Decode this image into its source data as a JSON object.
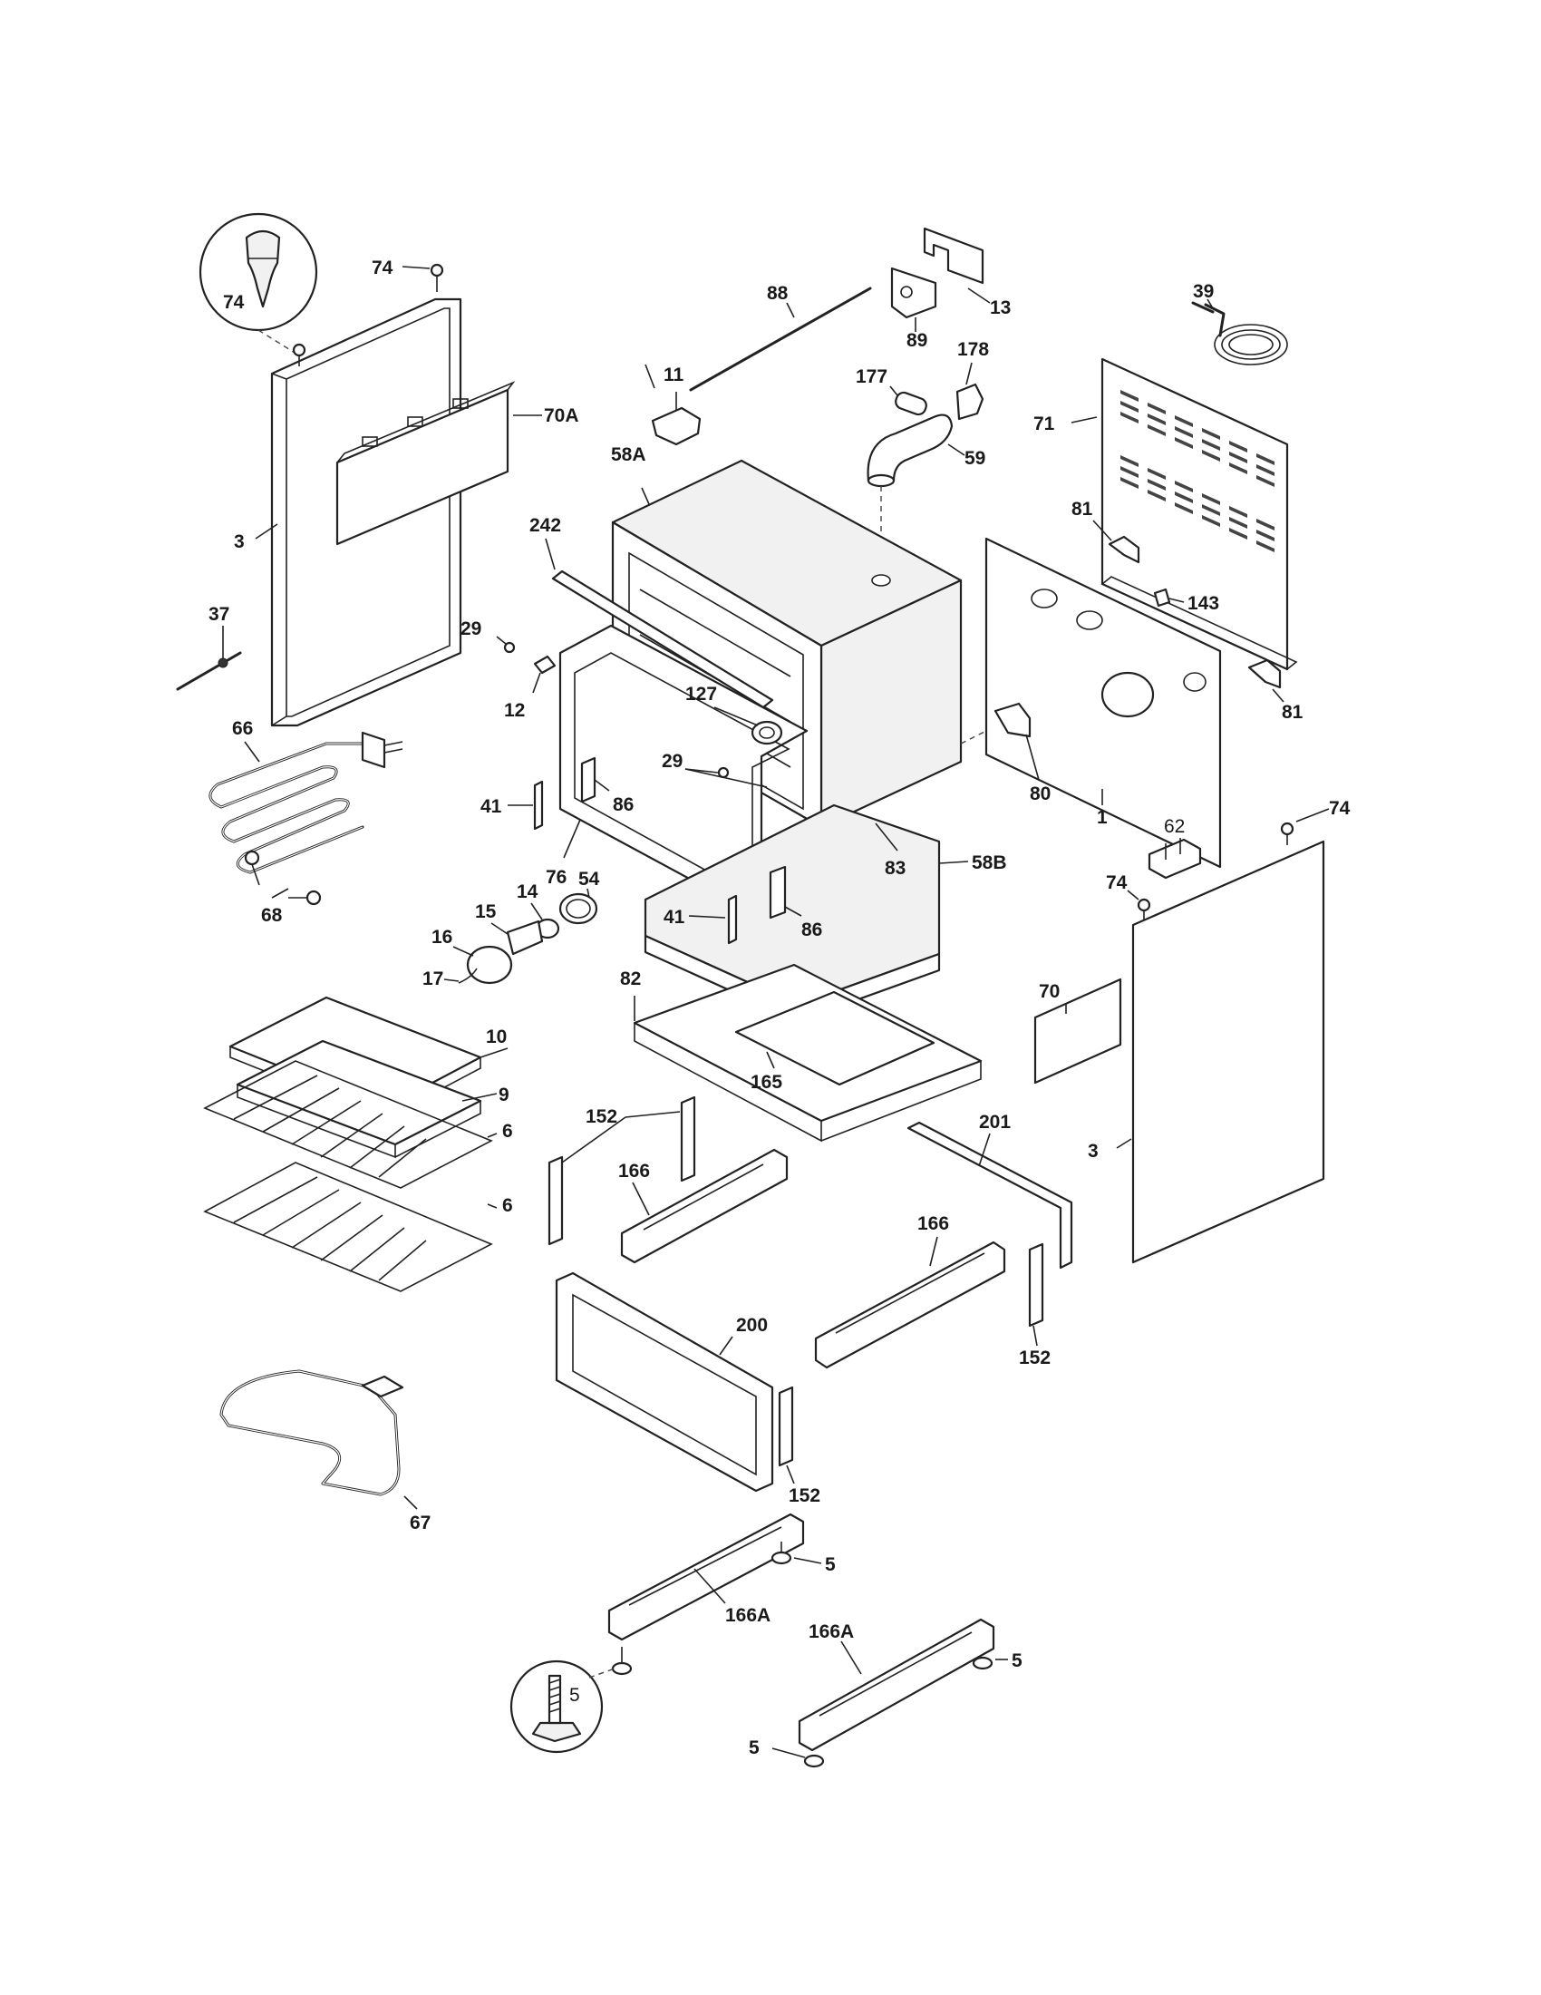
{
  "callouts": {
    "c74_circle": "74",
    "c74_top": "74",
    "c70A": "70A",
    "c3_left": "3",
    "c37": "37",
    "c66": "66",
    "c68": "68",
    "c88": "88",
    "c13": "13",
    "c89": "89",
    "c11": "11",
    "c177": "177",
    "c178": "178",
    "c59": "59",
    "c58A": "58A",
    "c39": "39",
    "c71": "71",
    "c81_top": "81",
    "c143": "143",
    "c81_right": "81",
    "c242": "242",
    "c29_a": "29",
    "c12": "12",
    "c127": "127",
    "c29_b": "29",
    "c41_a": "41",
    "c86_a": "86",
    "c76": "76",
    "c83": "83",
    "c58B": "58B",
    "c80": "80",
    "c1": "1",
    "c62": "62",
    "c74_right": "74",
    "c74_right2": "74",
    "c54": "54",
    "c14": "14",
    "c15": "15",
    "c16": "16",
    "c17": "17",
    "c41_b": "41",
    "c86_b": "86",
    "c82": "82",
    "c70": "70",
    "c10": "10",
    "c9": "9",
    "c6_a": "6",
    "c6_b": "6",
    "c165": "165",
    "c152_a": "152",
    "c201": "201",
    "c3_right": "3",
    "c166_a": "166",
    "c166_b": "166",
    "c152_b": "152",
    "c200": "200",
    "c67": "67",
    "c152_c": "152",
    "c5_a": "5",
    "c166A_a": "166A",
    "c166A_b": "166A",
    "c5_b": "5",
    "c5_circle": "5",
    "c5_c": "5"
  }
}
